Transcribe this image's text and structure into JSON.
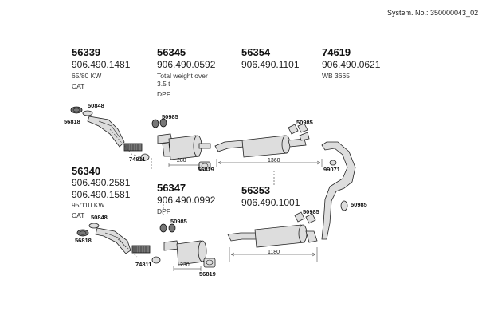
{
  "header": {
    "system_no": "System. No.: 350000043_02"
  },
  "groups": [
    {
      "part": "56339",
      "oem": "906.490.1481",
      "info": [
        "65/80 KW",
        "CAT"
      ]
    },
    {
      "part": "56345",
      "oem": "906.490.0592",
      "info": [
        "Total weight over",
        "3.5 t",
        "DPF"
      ]
    },
    {
      "part": "56354",
      "oem": "906.490.1101",
      "info": []
    },
    {
      "part": "74619",
      "oem": "906.490.0621",
      "info": [
        "WB 3665"
      ]
    },
    {
      "part": "56340",
      "oem_1": "906.490.2581",
      "oem_2": "906.490.1581",
      "info": [
        "95/110 KW",
        "CAT"
      ]
    },
    {
      "part": "56347",
      "oem": "906.490.0992",
      "info": [
        "DPF"
      ]
    },
    {
      "part": "56353",
      "oem": "906.490.1001",
      "info": []
    }
  ],
  "callouts": {
    "top_clamp_cat": "50848",
    "top_ring_cat": "56818",
    "top_clamp_dpf": "74811",
    "top_gasket_dpf": "50985",
    "top_clamp_56819": "56819",
    "top_gasket_mid": "50985",
    "tail_clamp": "99071",
    "tail_gasket": "50985",
    "bot_clamp_cat": "50848",
    "bot_ring_cat": "56818",
    "bot_clamp_dpf": "74811",
    "bot_gasket_dpf": "50985",
    "bot_clamp_56819": "56819",
    "bot_gasket_mid": "50985"
  },
  "dimensions": {
    "top_dpf_len": "280",
    "top_mid_len": "1360",
    "bot_dpf_len": "230",
    "bot_mid_len": "1180"
  }
}
